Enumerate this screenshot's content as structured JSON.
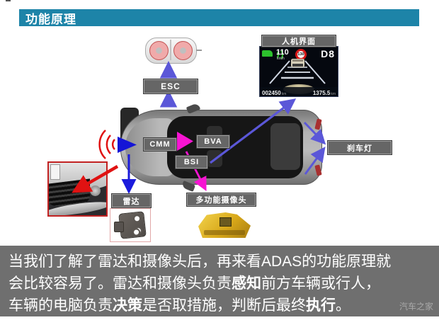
{
  "header": {
    "title": "功能原理"
  },
  "diagram": {
    "labels": {
      "esc": "ESC",
      "cmm": "CMM",
      "bva": "BVA",
      "bsi": "BSI",
      "radar": "雷达",
      "camera": "多功能摄像头",
      "brake_light": "刹车灯",
      "hmi": "人机界面"
    },
    "hmi_display": {
      "speed": "110",
      "speed_unit": "km/h",
      "speed_limit": "130",
      "gear": "D8",
      "odometer": "002450",
      "odometer_unit": "km",
      "range": "1375.5",
      "range_unit": "km"
    },
    "icons": {
      "brake": "brake-discs-icon",
      "radar_waves": "radar-wave-arcs-icon",
      "front_sensor": "front-radar-triangle-icon",
      "camera_fov": "camera-fov-triangle-icon",
      "vehicle": "car-top-view",
      "bumper_photo": "front-bumper-photo",
      "radar_photo": "radar-sensor-photo",
      "camera_device": "multifunction-camera-device"
    }
  },
  "caption": {
    "l1": "当我们了解了雷达和摄像头后，再来看ADAS的功能原理就",
    "l2a": "会比较容易了。雷达和摄像头负责",
    "l2b": "感知",
    "l2c": "前方车辆或行人，",
    "l3a": "车辆的电脑负责",
    "l3b": "决策",
    "l3c": "是否取措施，判断后最终",
    "l3d": "执行",
    "l3e": "。"
  },
  "watermark": "汽车之家",
  "colors": {
    "header_bg": "#1d84a8",
    "label_box_bg": "#666666",
    "caption_bg": "#6f6f6f",
    "arrow_purple": "#5b57d8",
    "arrow_blue": "#1b1bdc",
    "arrow_red": "#e01212",
    "arrow_magenta": "#f714d2",
    "camera_yellow": "#d8a81a",
    "hmi_green": "#2dc12d",
    "speed_limit_red": "#d61616"
  }
}
